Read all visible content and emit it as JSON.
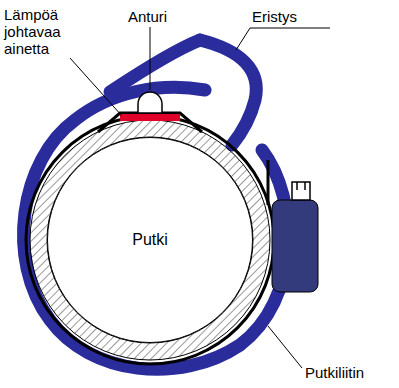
{
  "diagram": {
    "nodes": [
      {
        "text": [
          "Putki"
        ]
      }
    ],
    "labels": [
      "Lämpöä johtavaa ainetta",
      "Anturi",
      "Eristys",
      "Putkiliitin"
    ]
  }
}
